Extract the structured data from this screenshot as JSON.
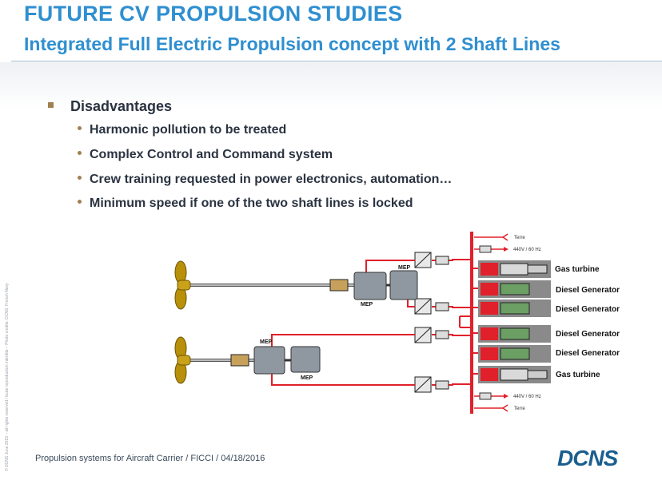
{
  "slide": {
    "title": "FUTURE CV PROPULSION STUDIES",
    "subtitle": "Integrated Full Electric Propulsion concept with 2 Shaft Lines",
    "heading": "Disadvantages",
    "bullets": [
      "Harmonic pollution to be treated",
      "Complex Control and Command system",
      "Crew training requested in power electronics, automation…",
      "Minimum speed if one of the two shaft lines is locked"
    ],
    "side_note": "© DCNS June 2015 – all rights reserved / toute reproduction interdite – Photo credits: DCNS, French Navy",
    "footer": "Propulsion systems for Aircraft Carrier / FICCI / 04/18/2016",
    "logo": "DCNS"
  },
  "diagram": {
    "mep_label": "MEP",
    "terre": "Terre",
    "hv": "440V / 60 Hz",
    "generators": [
      "Gas turbine",
      "Diesel Generator",
      "Diesel Generator",
      "Diesel Generator",
      "Diesel Generator",
      "Gas turbine"
    ],
    "colors": {
      "bus": "#e0202a",
      "motor": "#7f8790",
      "propeller": "#b8900a",
      "accent": "#2f8fd0"
    }
  }
}
